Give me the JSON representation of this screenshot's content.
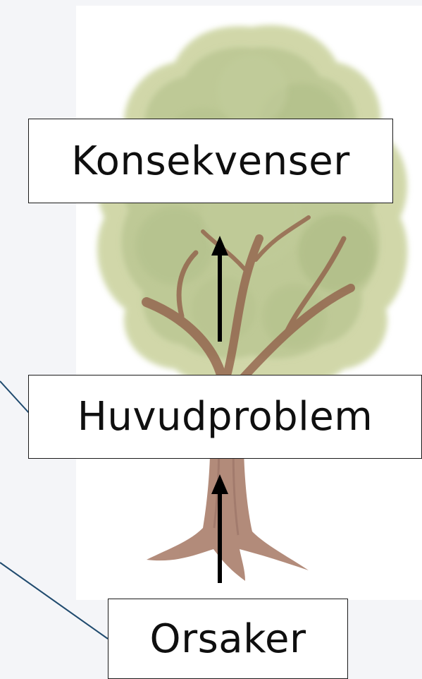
{
  "labels": {
    "consequences": "Konsekvenser",
    "main_problem": "Huvudproblem",
    "causes": "Orsaker"
  },
  "colors": {
    "canvas_background": "#f4f5f8",
    "panel_background": "#ffffff",
    "connector_line": "#1f4a6e",
    "arrow": "#000000",
    "foliage_light": "#c7cf98",
    "foliage_dark": "#a5b478",
    "bark": "#9c6a55"
  },
  "icons": {
    "illustration": "tree-illustration",
    "arrow": "up-arrow-icon"
  }
}
